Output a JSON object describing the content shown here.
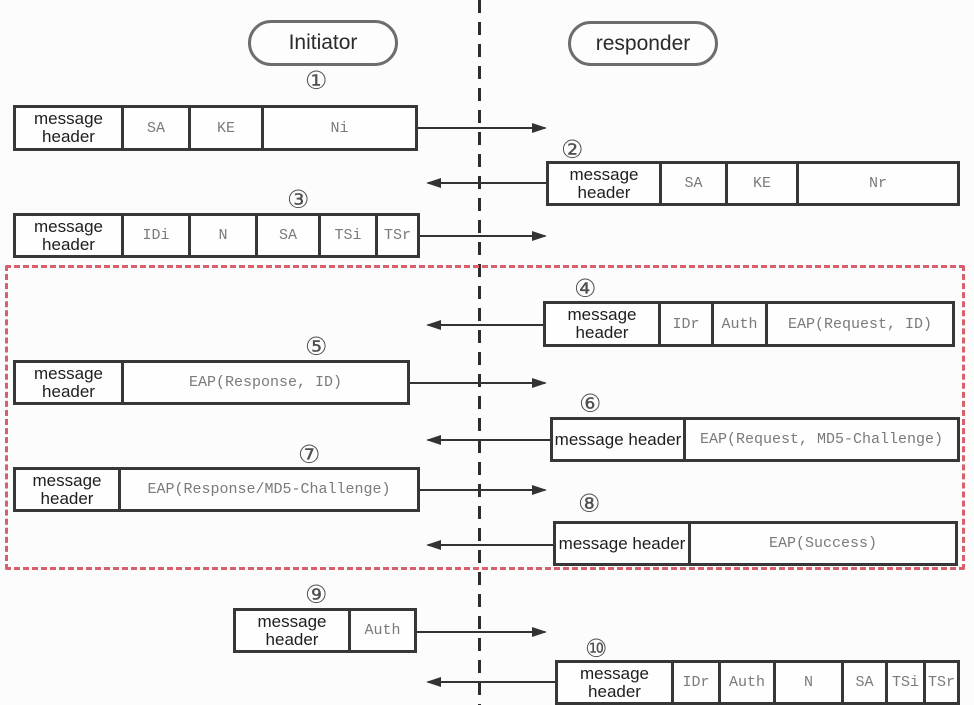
{
  "diagram": {
    "actors": [
      {
        "label": "Initiator"
      },
      {
        "label": "responder"
      }
    ],
    "messages": [
      {
        "num": "①",
        "direction": "right",
        "fields": [
          "message header",
          "SA",
          "KE",
          "Ni"
        ]
      },
      {
        "num": "②",
        "direction": "left",
        "fields": [
          "message header",
          "SA",
          "KE",
          "Nr"
        ]
      },
      {
        "num": "③",
        "direction": "right",
        "fields": [
          "message header",
          "IDi",
          "N",
          "SA",
          "TSi",
          "TSr"
        ]
      },
      {
        "num": "④",
        "direction": "left",
        "fields": [
          "message header",
          "IDr",
          "Auth",
          "EAP(Request, ID)"
        ]
      },
      {
        "num": "⑤",
        "direction": "right",
        "fields": [
          "message header",
          "EAP(Response, ID)"
        ]
      },
      {
        "num": "⑥",
        "direction": "left",
        "fields": [
          "message header",
          "EAP(Request, MD5-Challenge)"
        ]
      },
      {
        "num": "⑦",
        "direction": "right",
        "fields": [
          "message header",
          "EAP(Response/MD5-Challenge)"
        ]
      },
      {
        "num": "⑧",
        "direction": "left",
        "fields": [
          "message header",
          "EAP(Success)"
        ]
      },
      {
        "num": "⑨",
        "direction": "right",
        "fields": [
          "message header",
          "Auth"
        ]
      },
      {
        "num": "⑩",
        "direction": "left",
        "fields": [
          "message header",
          "IDr",
          "Auth",
          "N",
          "SA",
          "TSi",
          "TSr"
        ]
      }
    ],
    "colors": {
      "line": "#373737",
      "arrow": "#333333",
      "red_dash": "#d7606c",
      "field_text": "#7a7a7a",
      "header_text": "#1e1e1e"
    }
  }
}
